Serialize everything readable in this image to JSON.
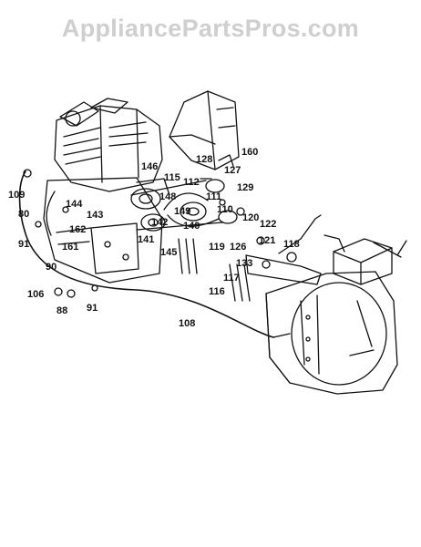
{
  "watermark": "AppliancePartsPros.com",
  "part_labels": [
    "109",
    "80",
    "91",
    "90",
    "106",
    "88",
    "91",
    "144",
    "143",
    "162",
    "161",
    "146",
    "115",
    "148",
    "149",
    "142",
    "140",
    "141",
    "145",
    "128",
    "160",
    "127",
    "112",
    "111",
    "129",
    "110",
    "120",
    "122",
    "119",
    "126",
    "121",
    "118",
    "117",
    "133",
    "116",
    "108"
  ],
  "colors": {
    "ink": "#111111",
    "watermark": "#cfcfcf",
    "background": "#ffffff"
  }
}
